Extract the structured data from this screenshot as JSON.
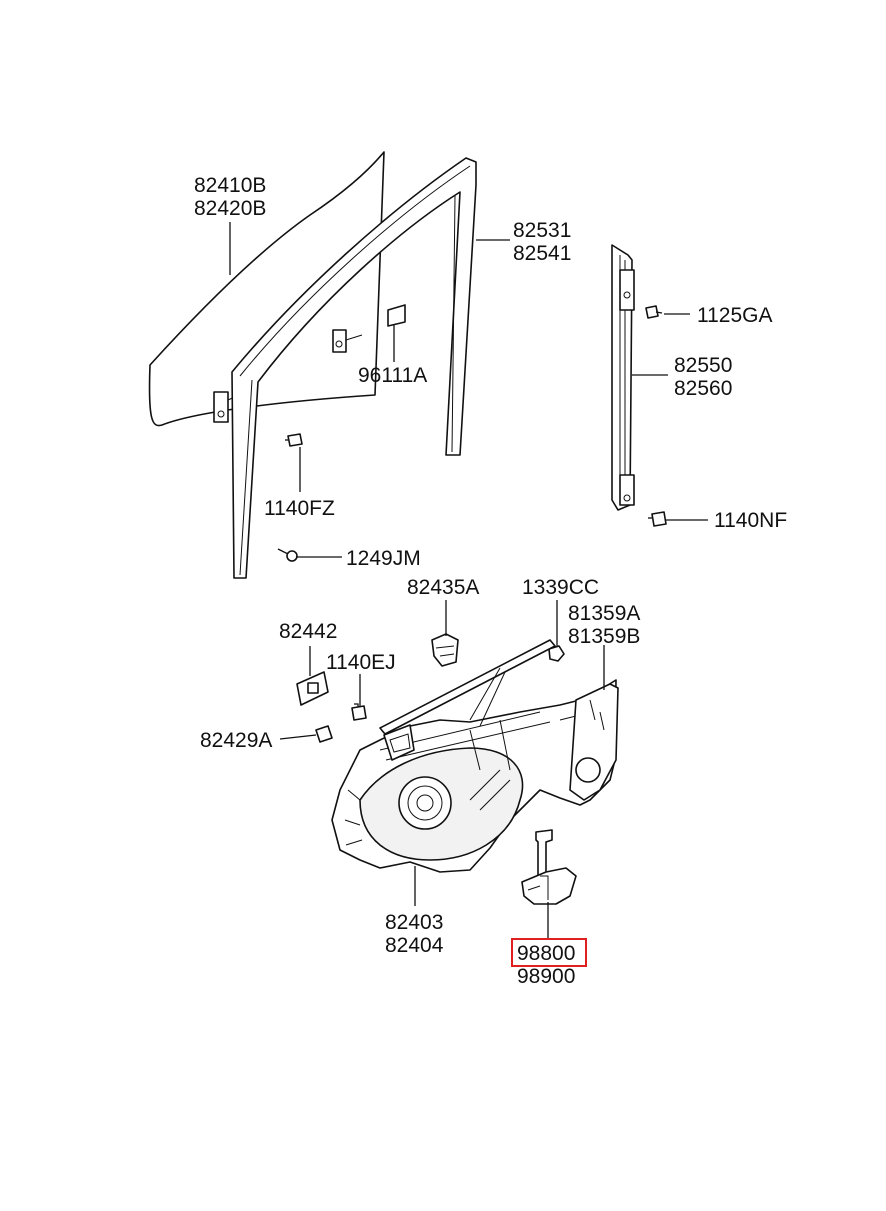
{
  "highlight_color": "#e02020",
  "callouts": {
    "glass_a": "82410B",
    "glass_b": "82420B",
    "channel_a": "82531",
    "channel_b": "82541",
    "label_patch": "96111A",
    "bolt_1125ga": "1125GA",
    "rear_channel_a": "82550",
    "rear_channel_b": "82560",
    "bolt_1140fz": "1140FZ",
    "bolt_1140nf": "1140NF",
    "screw_1249jm": "1249JM",
    "clip_82435a": "82435A",
    "nut_1339cc": "1339CC",
    "seal_a": "81359A",
    "seal_b": "81359B",
    "bracket_82442": "82442",
    "bolt_1140ej": "1140EJ",
    "grommet_82429a": "82429A",
    "regulator_a": "82403",
    "regulator_b": "82404",
    "motor_a": "98800",
    "motor_b": "98900"
  }
}
